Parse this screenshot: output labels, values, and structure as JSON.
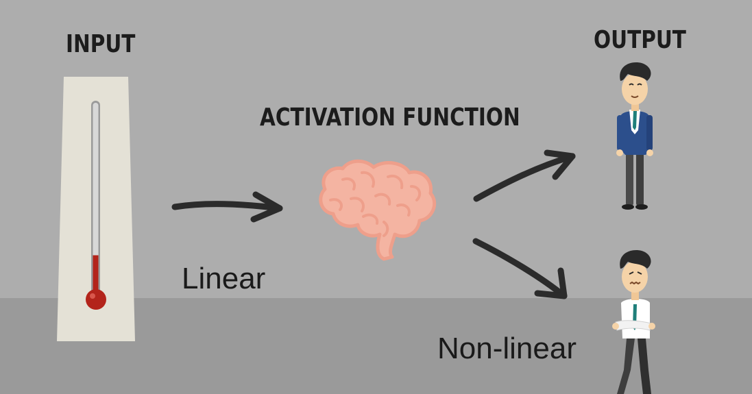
{
  "labels": {
    "input": "INPUT",
    "output": "OUTPUT",
    "activation": "ACTIVATION FUNCTION",
    "linear": "Linear",
    "nonlinear": "Non-linear"
  },
  "icons": {
    "input": "thermometer-icon",
    "activation": "brain-icon",
    "output_top": "businessman-icon",
    "output_bottom": "shivering-businessman-icon"
  },
  "colors": {
    "background": "#adadad",
    "floor": "#9a9a9a",
    "brain": "#f4b4a2",
    "mercury": "#b3241b",
    "suit": "#2c4f8c",
    "arrow": "#2b2b2b"
  },
  "thermometer": {
    "fill_level": 0.18
  }
}
